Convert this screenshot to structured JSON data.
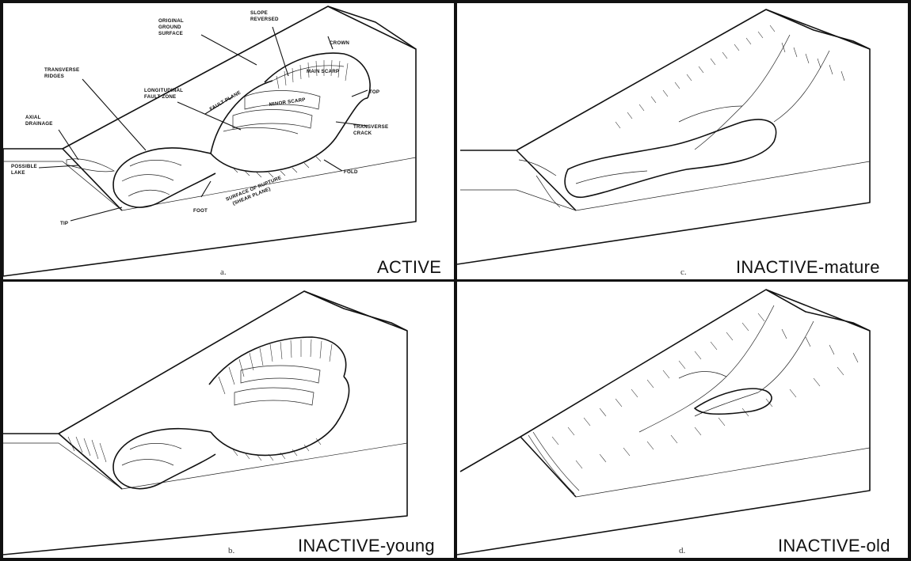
{
  "panels": {
    "a": {
      "letter": "a.",
      "state": "ACTIVE",
      "labels": {
        "original_ground_surface": [
          "ORIGINAL",
          "GROUND",
          "SURFACE"
        ],
        "slope_reversed": [
          "SLOPE",
          "REVERSED"
        ],
        "crown": "CROWN",
        "main_scarp": "MAIN SCARP",
        "top": "TOP",
        "transverse_ridges": [
          "TRANSVERSE",
          "RIDGES"
        ],
        "longitudinal_fault_zone": [
          "LONGITUDINAL",
          "FAULT ZONE"
        ],
        "fault_plane": "FAULT PLANE",
        "minor_scarp": "MINOR SCARP",
        "transverse_crack": [
          "TRANSVERSE",
          "CRACK"
        ],
        "axial_drainage": [
          "AXIAL",
          "DRAINAGE"
        ],
        "possible_lake": [
          "POSSIBLE",
          "LAKE"
        ],
        "fold": "FOLD",
        "surface_of_rupture": [
          "SURFACE OF RUPTURE",
          "(SHEAR PLANE)"
        ],
        "foot": "FOOT",
        "tip": "TIP"
      }
    },
    "b": {
      "letter": "b.",
      "state": "INACTIVE-young"
    },
    "c": {
      "letter": "c.",
      "state": "INACTIVE-mature"
    },
    "d": {
      "letter": "d.",
      "state": "INACTIVE-old"
    }
  },
  "colors": {
    "ink": "#111111",
    "paper": "#ffffff"
  }
}
